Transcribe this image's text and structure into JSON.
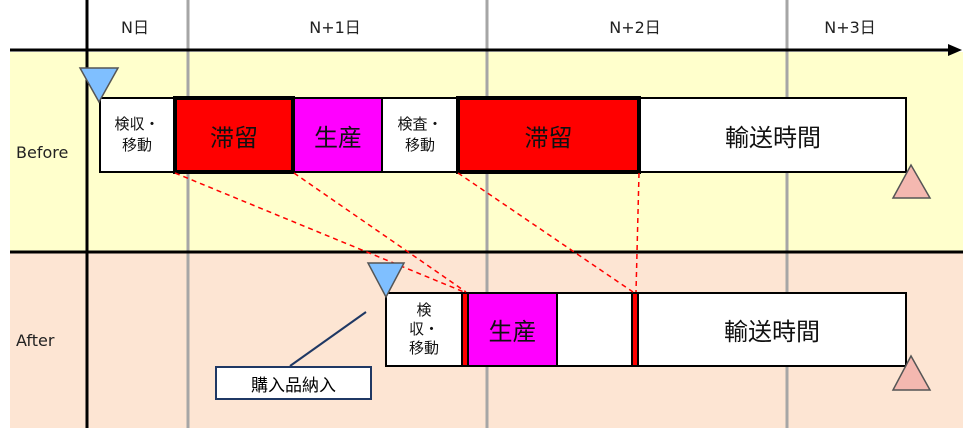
{
  "header": {
    "days": [
      "N日",
      "N+1日",
      "N+2日",
      "N+3日"
    ]
  },
  "rows": {
    "before": "Before",
    "after": "After"
  },
  "before": {
    "blocks": [
      "検収・\n移動",
      "滞留",
      "生産",
      "検査・\n移動",
      "滞留",
      "輸送時間"
    ]
  },
  "after": {
    "blocks": [
      "検\n収・\n移動",
      "生産",
      "輸送時間"
    ]
  },
  "callout": "購入品納入",
  "colors": {
    "before_bg": "#ffffcc",
    "after_bg": "#fde5d3",
    "stagnation": "#ff0000",
    "production": "#ff00ff",
    "start_marker": "#7fbfff",
    "end_marker": "#f4b8b0"
  }
}
